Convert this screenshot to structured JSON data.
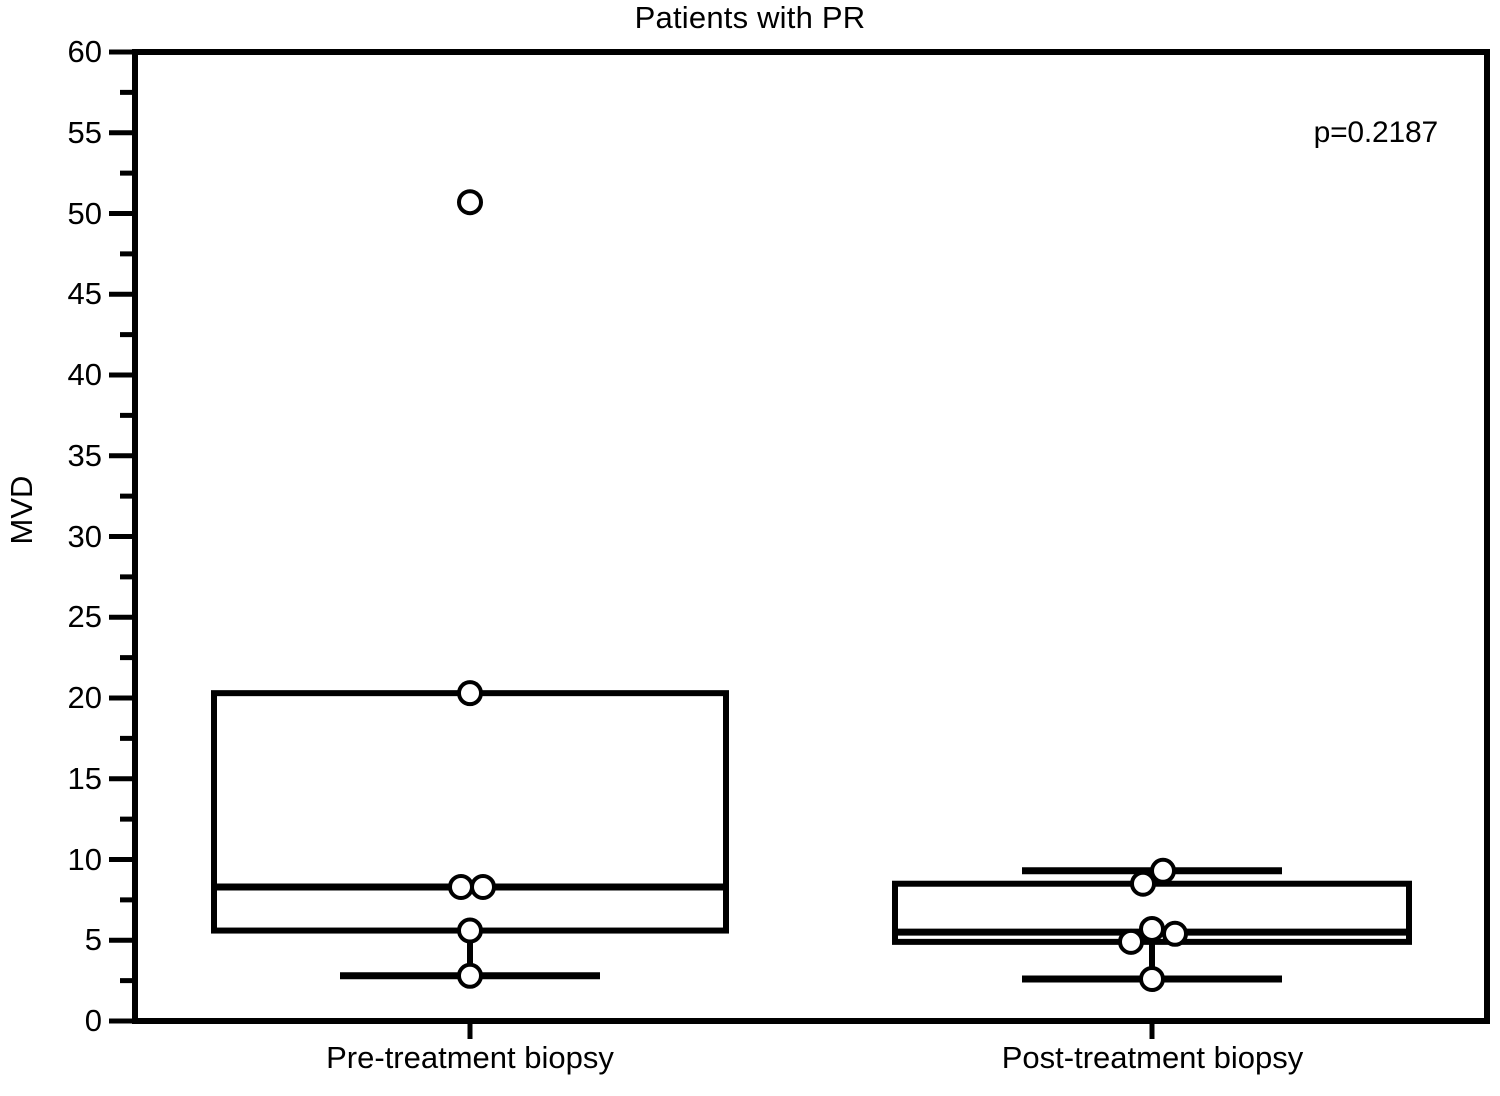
{
  "chart_data": {
    "type": "box",
    "title": "Patients with PR",
    "xlabel": "",
    "ylabel": "MVD",
    "ylim": [
      0,
      60
    ],
    "ytick_step": 5,
    "yticks": [
      0,
      5,
      10,
      15,
      20,
      25,
      30,
      35,
      40,
      45,
      50,
      55,
      60
    ],
    "ytick_labels": [
      "0",
      "5",
      "10",
      "15",
      "20",
      "25",
      "30",
      "35",
      "40",
      "45",
      "50",
      "55",
      "60"
    ],
    "minor_tick_step": 2.5,
    "grid": false,
    "legend": null,
    "annotations": [
      {
        "text": "p=0.2187",
        "x": 0.93,
        "y": 55
      }
    ],
    "categories": [
      "Pre-treatment biopsy",
      "Post-treatment biopsy"
    ],
    "series": [
      {
        "name": "Pre-treatment biopsy",
        "min": 2.8,
        "q1": 5.6,
        "median": 8.3,
        "q3": 20.3,
        "max": 20.3,
        "whisker_low": 2.8,
        "whisker_high": 20.3,
        "outliers": [
          50.7
        ],
        "points": [
          50.7,
          20.3,
          8.3,
          8.3,
          5.6,
          2.8
        ]
      },
      {
        "name": "Post-treatment biopsy",
        "min": 2.6,
        "q1": 4.9,
        "median": 5.5,
        "q3": 8.5,
        "max": 9.3,
        "whisker_low": 2.6,
        "whisker_high": 9.3,
        "outliers": [],
        "points": [
          9.3,
          8.5,
          5.7,
          5.4,
          4.9,
          2.6
        ]
      }
    ],
    "marker_style": "open-circle",
    "box_fill": "#ffffff",
    "line_color": "#000000"
  },
  "colors": {
    "background": "#ffffff",
    "foreground": "#000000"
  }
}
